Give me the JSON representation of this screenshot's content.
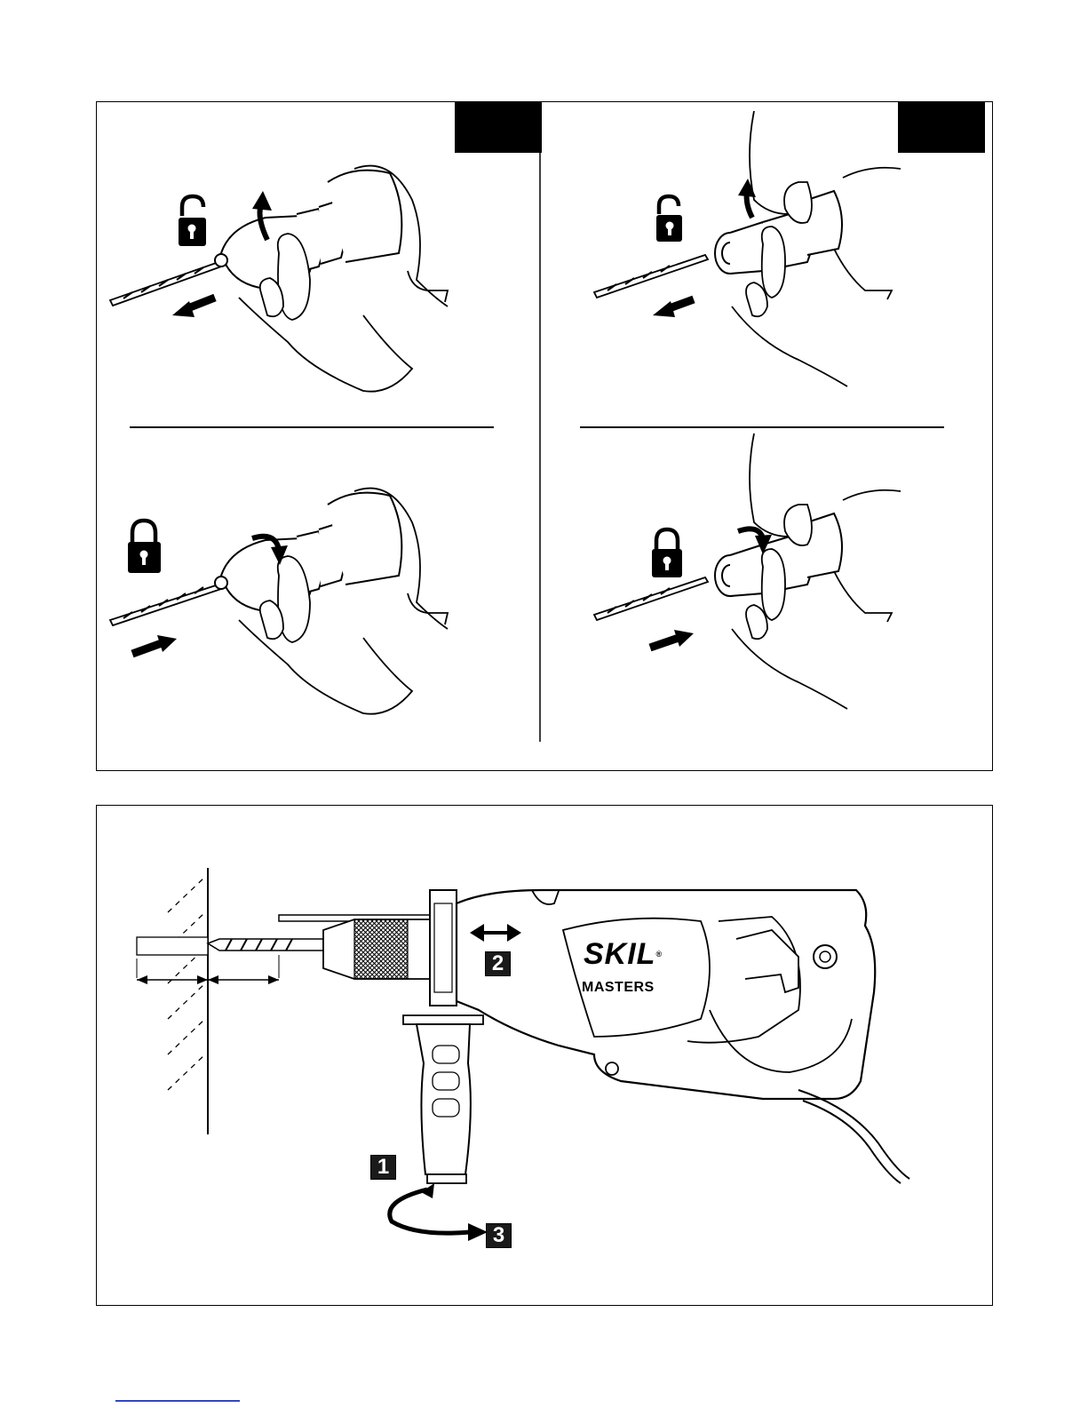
{
  "figure_top": {
    "quadrants": [
      {
        "id": "unlock-keyed-chuck",
        "lock_state": "unlocked",
        "bit_direction": "out"
      },
      {
        "id": "unlock-keyless-chuck",
        "lock_state": "unlocked",
        "bit_direction": "out"
      },
      {
        "id": "lock-keyed-chuck",
        "lock_state": "locked",
        "bit_direction": "in"
      },
      {
        "id": "lock-keyless-chuck",
        "lock_state": "locked",
        "bit_direction": "in"
      }
    ]
  },
  "figure_bottom": {
    "brand": "SKIL",
    "registered_mark": "®",
    "model_line": "MASTERS",
    "step_badges": [
      "1",
      "2",
      "3"
    ]
  },
  "colors": {
    "ink": "#000000",
    "paper": "#ffffff",
    "link": "#3344cc"
  },
  "icons": [
    "padlock-open-icon",
    "padlock-closed-icon",
    "arrow-icon",
    "double-arrow-icon",
    "rotate-arrow-icon"
  ]
}
